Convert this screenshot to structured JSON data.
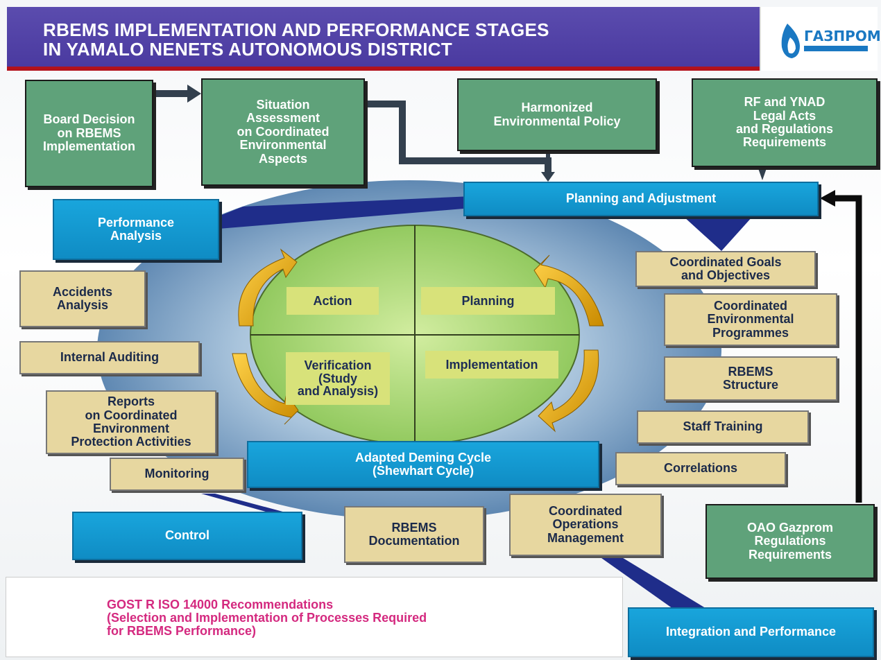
{
  "header": {
    "title_line1": "RBEMS IMPLEMENTATION AND PERFORMANCE STAGES",
    "title_line2": "IN YAMALO NENETS AUTONOMOUS DISTRICT",
    "logo_text": "ГАЗПРОМ"
  },
  "top_boxes": {
    "board_decision": "Board Decision\non RBEMS\nImplementation",
    "situation_assessment": "Situation\nAssessment\non Coordinated\nEnvironmental\nAspects",
    "harmonized_policy": "Harmonized\nEnvironmental Policy",
    "legal_acts": "RF and YNAD\nLegal Acts\nand Regulations\nRequirements"
  },
  "blue_boxes": {
    "planning_adjustment": "Planning and Adjustment",
    "performance_analysis": "Performance\nAnalysis",
    "deming_cycle": "Adapted Deming Cycle\n(Shewhart Cycle)",
    "control": "Control",
    "integration_performance": "Integration and Performance"
  },
  "cycle": {
    "action": "Action",
    "planning": "Planning",
    "verification": "Verification\n(Study\nand Analysis)",
    "implementation": "Implementation"
  },
  "left_items": {
    "accidents_analysis": "Accidents\nAnalysis",
    "internal_auditing": "Internal Auditing",
    "reports": "Reports\non Coordinated\nEnvironment\nProtection Activities",
    "monitoring": "Monitoring"
  },
  "right_items": {
    "goals_objectives": "Coordinated Goals\nand Objectives",
    "env_programmes": "Coordinated\nEnvironmental\nProgrammes",
    "rbems_structure": "RBEMS\nStructure",
    "staff_training": "Staff Training",
    "correlations": "Correlations"
  },
  "bottom_items": {
    "rbems_documentation": "RBEMS\nDocumentation",
    "operations_management": "Coordinated\nOperations\nManagement",
    "gazprom_requirements": "OAO Gazprom\nRegulations\nRequirements"
  },
  "gost_note": "GOST R ISO 14000 Recommendations\n(Selection and Implementation of Processes Required\nfor RBEMS Performance)",
  "colors": {
    "header_bg": "#4a3aa0",
    "header_stripe": "#b3121b",
    "green_box": "#5fa27a",
    "blue_box": "#19a5dc",
    "tan_box": "#e7d7a0",
    "cycle_fill": "#a8d56a",
    "arrow_gold": "#e8a400",
    "gost_text": "#d4297f"
  }
}
